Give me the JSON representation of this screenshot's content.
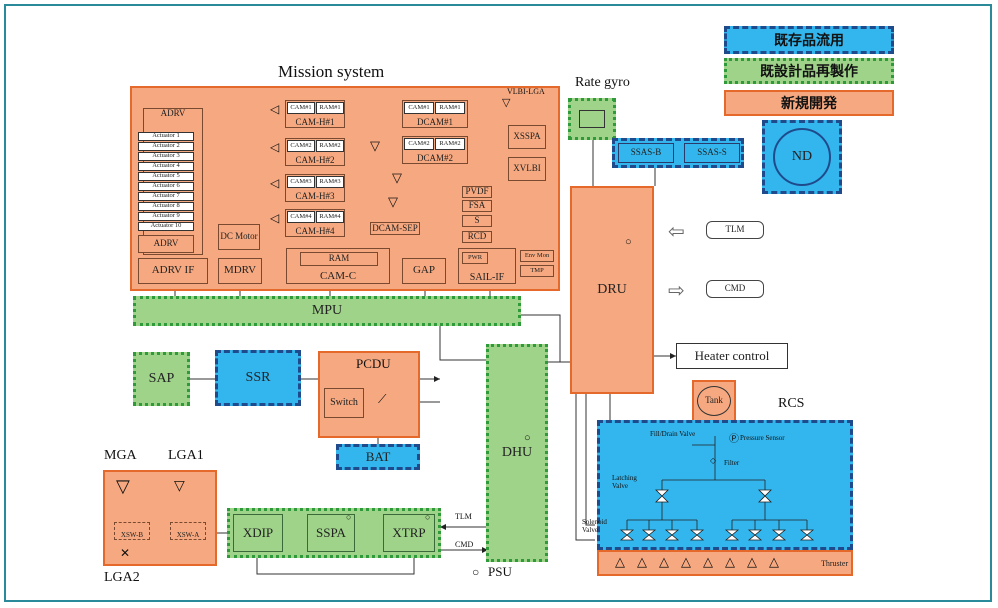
{
  "legend": {
    "existing": "既存品流用",
    "redesign": "既設計品再製作",
    "new": "新規開発"
  },
  "colors": {
    "existing": "#33b6ee",
    "redesign": "#9fd389",
    "new": "#f6a980",
    "frame": "#2a8a9a"
  },
  "mission": {
    "title": "Mission system",
    "adrv_group": "ADRV",
    "actuators": [
      "Actuator 1",
      "Actuator 2",
      "Actuator 3",
      "Actuator 4",
      "Actuator 5",
      "Actuator 6",
      "Actuator 7",
      "Actuator 8",
      "Actuator 9",
      "Actuator 10"
    ],
    "adrv": "ADRV",
    "adrv_if": "ADRV IF",
    "dc_motor": "DC Motor",
    "mdrv": "MDRV",
    "cam_units": [
      {
        "cam": "CAM#1",
        "ram": "RAM#1",
        "name": "CAM-H#1"
      },
      {
        "cam": "CAM#2",
        "ram": "RAM#2",
        "name": "CAM-H#2"
      },
      {
        "cam": "CAM#3",
        "ram": "RAM#3",
        "name": "CAM-H#3"
      },
      {
        "cam": "CAM#4",
        "ram": "RAM#4",
        "name": "CAM-H#4"
      }
    ],
    "ram": "RAM",
    "cam_c": "CAM-C",
    "dcam_units": [
      {
        "cam": "CAM#1",
        "ram": "RAM#1",
        "name": "DCAM#1"
      },
      {
        "cam": "CAM#2",
        "ram": "RAM#2",
        "name": "DCAM#2"
      }
    ],
    "dcam_sep": "DCAM-SEP",
    "gap": "GAP",
    "vlbi_lga": "VLBI-LGA",
    "xsspa": "XSSPA",
    "xvlbi": "XVLBI",
    "pvdf": "PVDF",
    "fsa": "FSA",
    "s": "S",
    "rcd": "RCD",
    "pwr": "PWR",
    "env_mon": "Env Mon",
    "tmp": "TMP",
    "sail_if": "SAIL-IF"
  },
  "mpu": "MPU",
  "rate_gyro": "Rate gyro",
  "ssas_b": "SSAS-B",
  "ssas_s": "SSAS-S",
  "nd": "ND",
  "dru": "DRU",
  "tlm_pill": "TLM",
  "cmd_pill": "CMD",
  "heater_control": "Heater control",
  "tank": "Tank",
  "rcs": "RCS",
  "rcs_labels": {
    "fill_drain": "Fill/Drain Valve",
    "pressure_sensor": "Pressure Sensor",
    "filter": "Filter",
    "latching": "Latching Valve",
    "solenoid": "Solenoid Valve",
    "thruster": "Thruster"
  },
  "sap": "SAP",
  "ssr": "SSR",
  "pcdu": "PCDU",
  "switch": "Switch",
  "bat": "BAT",
  "dhu": "DHU",
  "psu": "PSU",
  "mga": "MGA",
  "lga1": "LGA1",
  "lga2": "LGA2",
  "xsw_b": "XSW-B",
  "xsw_a": "XSW-A",
  "xdip": "XDIP",
  "sspa": "SSPA",
  "xtrp": "XTRP",
  "tlm_line": "TLM",
  "cmd_line": "CMD"
}
